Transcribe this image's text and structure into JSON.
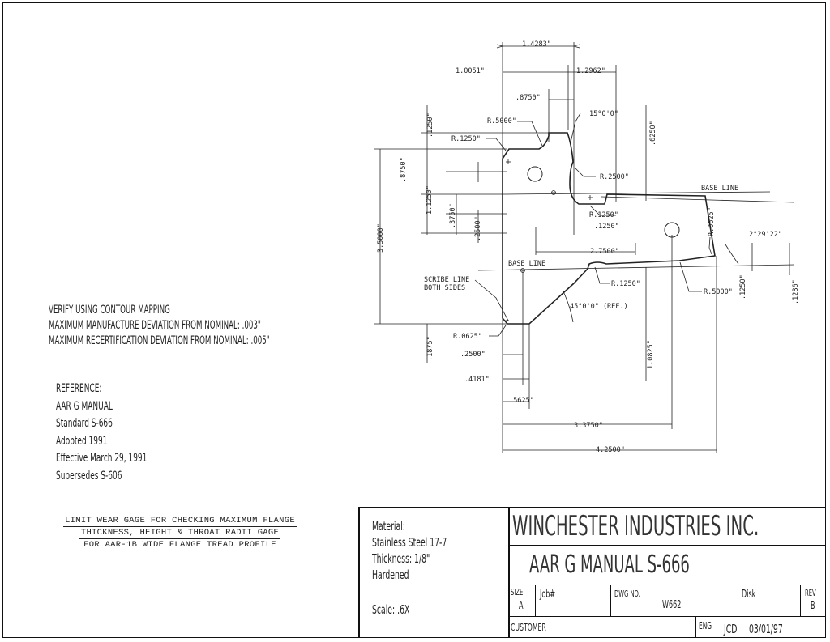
{
  "notes": [
    "VERIFY USING CONTOUR MAPPING",
    "MAXIMUM MANUFACTURE DEVIATION FROM NOMINAL: .003\"",
    "MAXIMUM RECERTIFICATION DEVIATION FROM NOMINAL: .005\""
  ],
  "reference": {
    "heading": "REFERENCE:",
    "lines": [
      "AAR G MANUAL",
      "Standard S-666",
      "Adopted 1991",
      "Effective March 29, 1991",
      "Supersedes S-606"
    ]
  },
  "drawing_title": [
    "LIMIT WEAR GAGE FOR CHECKING MAXIMUM FLANGE",
    "THICKNESS, HEIGHT & THROAT RADII GAGE",
    "FOR AAR-1B WIDE FLANGE TREAD PROFILE"
  ],
  "title_block": {
    "material_label": "Material:",
    "material_value": "Stainless Steel 17-7",
    "thickness": "Thickness: 1/8\"",
    "treatment": "Hardened",
    "scale": "Scale: .6X",
    "company": "WINCHESTER INDUSTRIES INC.",
    "drawing_name": "AAR G MANUAL S-666",
    "size_label": "SIZE",
    "size_value": "A",
    "job_label": "Job#",
    "dwg_label": "DWG NO.",
    "dwg_value": "W662",
    "disk_label": "Disk",
    "rev_label": "REV",
    "rev_value": "B",
    "customer_label": "CUSTOMER",
    "eng_label": "ENG",
    "eng_value": "JCD",
    "date": "03/01/97"
  },
  "dimensions": {
    "d1": "1.4283\"",
    "d2": "1.0051\"",
    "d3": "1.2962\"",
    "d4": ".8750\"",
    "d5": "R.5000\"",
    "d6": "15°0'0\"",
    "d7": "R.1250\"",
    "d8": ".1250\"",
    "d9": ".6250\"",
    "d10": ".8750\"",
    "d11": "R.2500\"",
    "d12": "1.1250\"",
    "d13": "BASE LINE",
    "d14": ".3750\"",
    "d15": "R.1250\"",
    "d16": ".1250\"",
    "d17": "R.0625\"",
    "d18": ".2500\"",
    "d19": "2°29'22\"",
    "d20": "3.5000\"",
    "d21": "2.7500\"",
    "d22": "BASE LINE",
    "d23": "SCRIBE LINE",
    "d24": "BOTH SIDES",
    "d25": "R.1250\"",
    "d26": "R.5000\"",
    "d27": ".1250\"",
    "d28": ".1286\"",
    "d29": "45°0'0\" (REF.)",
    "d30": "R.0625\"",
    "d31": ".1875\"",
    "d32": ".2500\"",
    "d33": "1.0825\"",
    "d34": ".4181\"",
    "d35": ".5625\"",
    "d36": "3.3750\"",
    "d37": "4.2500\""
  }
}
